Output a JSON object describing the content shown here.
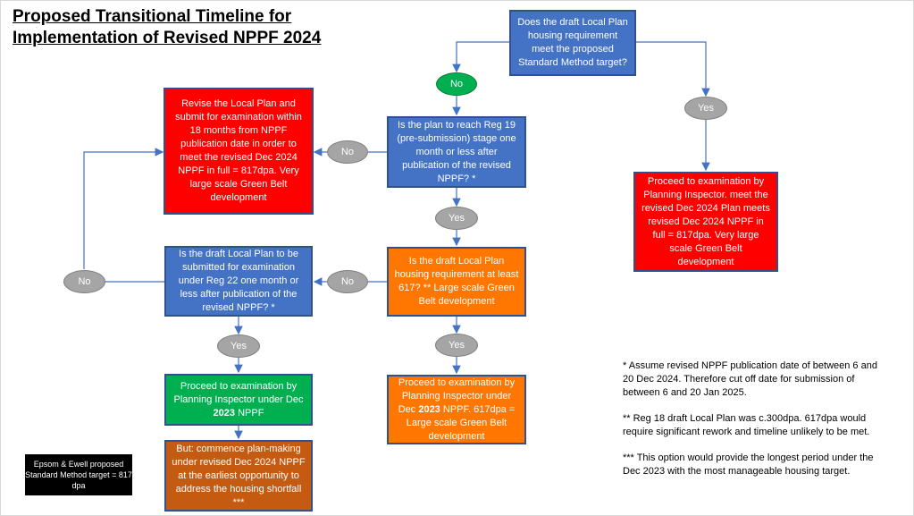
{
  "title": {
    "line1": "Proposed Transitional Timeline for",
    "line2": "Implementation of Revised NPPF 2024"
  },
  "boxes": {
    "q_meet": "Does the draft Local Plan housing requirement meet the proposed Standard Method target?",
    "revise": "Revise the Local Plan and submit for examination within 18 months from NPPF publication date in order to meet the revised Dec 2024 NPPF in full = 817dpa. Very large scale Green Belt development",
    "q_reg19": "Is the plan to reach Reg 19 (pre-submission) stage one month or less after publication of the revised NPPF? *",
    "proceed_right": "Proceed to examination by Planning Inspector. meet the revised Dec 2024 Plan meets revised Dec 2024 NPPF in full = 817dpa. Very large scale Green Belt development",
    "q_reg22": "Is the draft Local Plan to be submitted for examination under Reg 22 one month or less after publication of the revised NPPF? *",
    "q_617": "Is the draft Local Plan housing requirement at least 617? ** Large scale Green Belt development",
    "proceed_green_pre": "Proceed to examination by Planning Inspector under Dec ",
    "proceed_green_bold": "2023",
    "proceed_green_post": " NPPF",
    "proceed_orange_pre": "Proceed to examination by Planning Inspector under Dec ",
    "proceed_orange_bold": "2023",
    "proceed_orange_post": " NPPF. 617dpa = Large scale Green Belt development",
    "commence": "But: commence plan-making under revised Dec 2024 NPPF at the earliest opportunity to address the housing shortfall ***"
  },
  "ovals": {
    "no_top": "No",
    "yes_right": "Yes",
    "no_reg19": "No",
    "yes_reg19": "Yes",
    "no_617": "No",
    "no_left": "No",
    "yes_617": "Yes",
    "yes_reg22": "Yes"
  },
  "notes": {
    "note1": "* Assume revised NPPF publication date of between 6 and 20 Dec 2024. Therefore cut off date for submission of between 6 and 20 Jan 2025.",
    "note2": "** Reg 18 draft Local Plan was c.300dpa. 617dpa would require significant rework and timeline unlikely to be met.",
    "note3": "*** This option would provide the longest period under the Dec 2023 with the most manageable housing target."
  },
  "target_box": "Epsom & Ewell proposed Standard Method target = 817 dpa",
  "colors": {
    "blue": "#4472c4",
    "red": "#ff0000",
    "orange": "#ff7700",
    "green": "#00b050",
    "brown": "#c55a11",
    "grey": "#a5a5a5",
    "connector": "#4472c4"
  }
}
